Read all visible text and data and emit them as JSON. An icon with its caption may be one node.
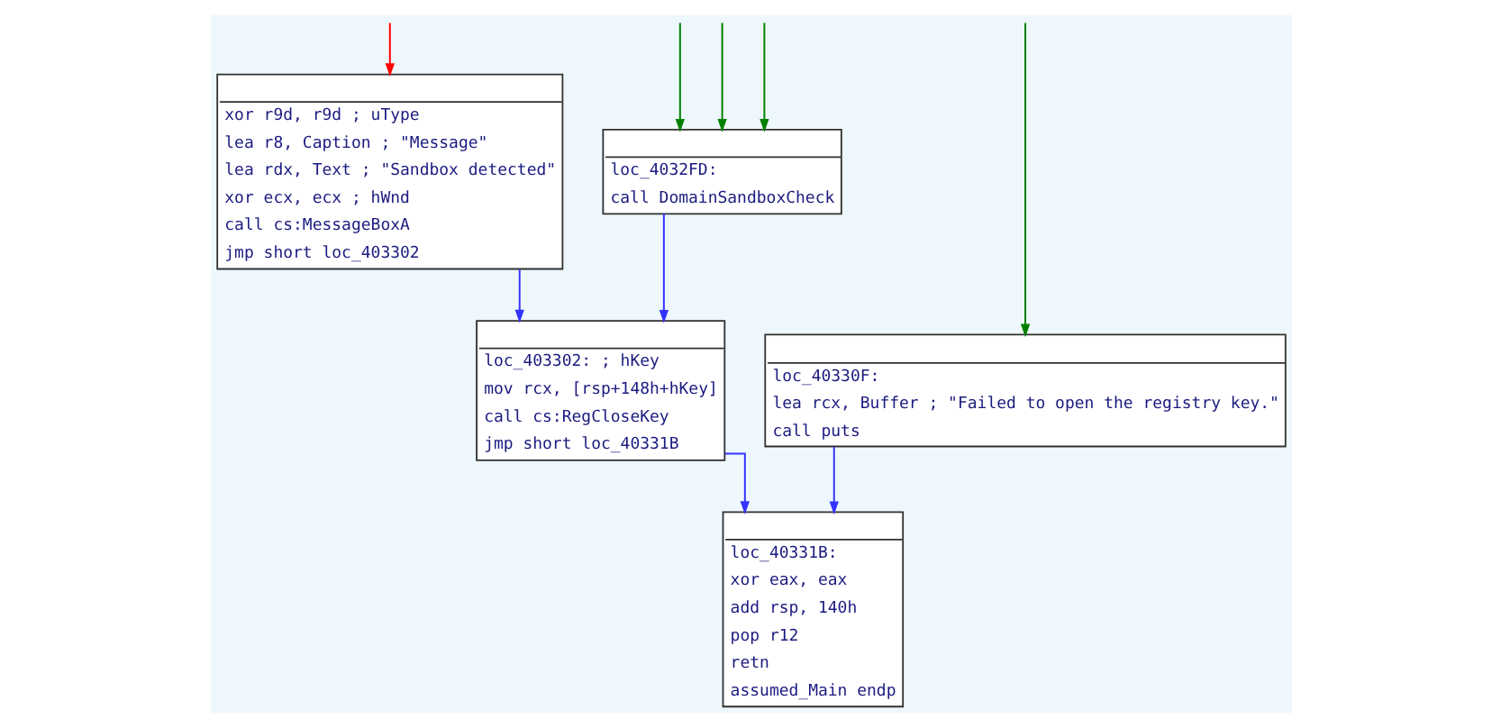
{
  "diagram": {
    "nodes": [
      {
        "text": [
          "xor r9d, r9d ; uType",
          "lea r8, Caption ; \"Message\"",
          "lea rdx, Text ; \"Sandbox detected\"",
          "xor ecx, ecx ; hWnd",
          "call cs:MessageBoxA",
          "jmp short loc_403302"
        ]
      },
      {
        "text": [
          "loc_4032FD:",
          "call DomainSandboxCheck"
        ]
      },
      {
        "text": [
          "loc_403302: ; hKey",
          "mov rcx, [rsp+148h+hKey]",
          "call cs:RegCloseKey",
          "jmp short loc_40331B"
        ]
      },
      {
        "text": [
          "loc_40330F:",
          "lea rcx, Buffer ; \"Failed to open the registry key.\"",
          "call puts"
        ]
      },
      {
        "text": [
          "loc_40331B:",
          "xor eax, eax",
          "add rsp, 140h",
          "pop r12",
          "retn",
          "assumed_Main endp"
        ]
      }
    ],
    "edges": [
      {
        "from": null,
        "to": 0,
        "arrow": "to",
        "color": "#ff0000"
      },
      {
        "from": null,
        "to": 1,
        "arrow": "to",
        "color": "#008000"
      },
      {
        "from": null,
        "to": 1,
        "arrow": "to",
        "color": "#008000"
      },
      {
        "from": null,
        "to": 1,
        "arrow": "to",
        "color": "#008000"
      },
      {
        "from": null,
        "to": 3,
        "arrow": "to",
        "color": "#008000"
      },
      {
        "from": 0,
        "to": 2,
        "arrow": "to",
        "color": "#3333ff"
      },
      {
        "from": 1,
        "to": 2,
        "arrow": "to",
        "color": "#3333ff"
      },
      {
        "from": 2,
        "to": 4,
        "arrow": "to",
        "color": "#3333ff"
      },
      {
        "from": 3,
        "to": 4,
        "arrow": "to",
        "color": "#3333ff"
      }
    ]
  }
}
